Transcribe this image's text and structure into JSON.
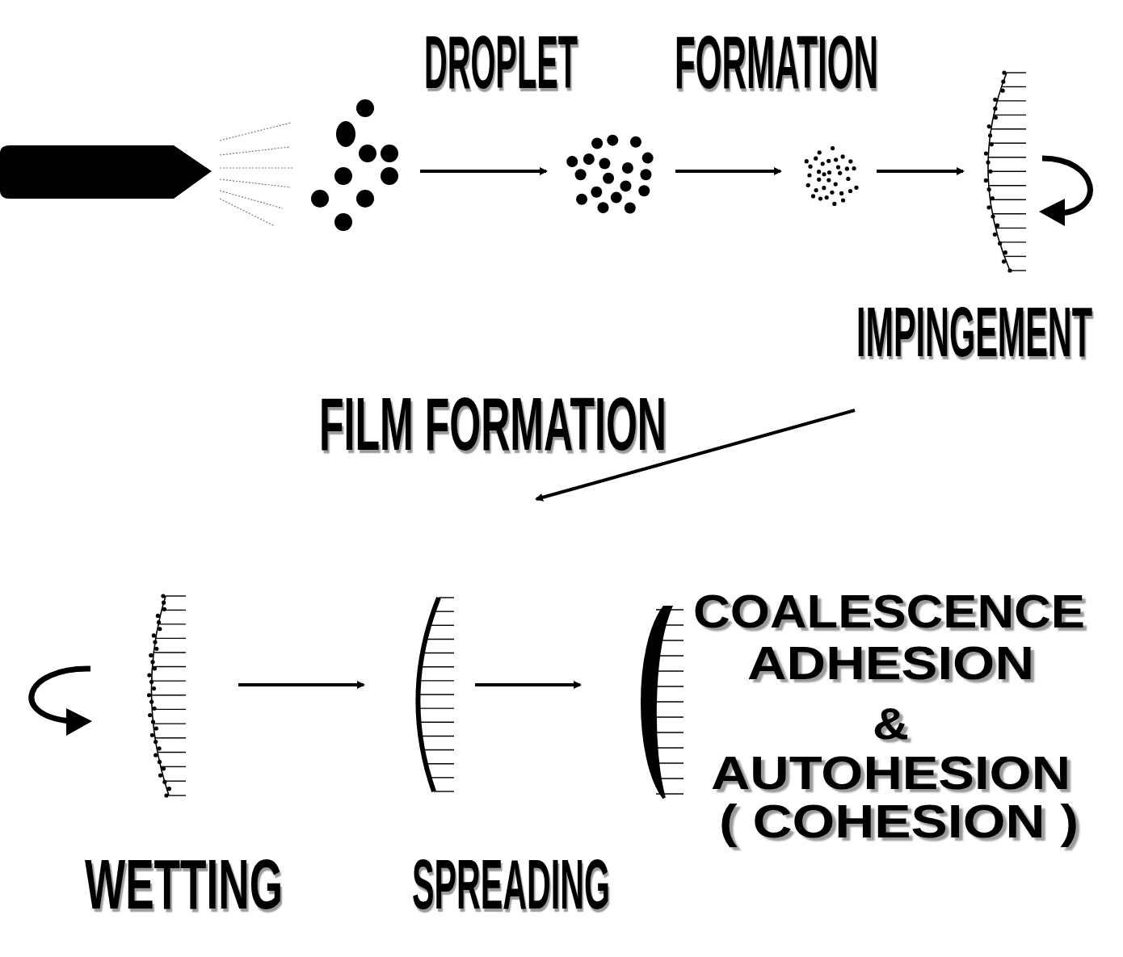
{
  "diagram": {
    "labels": [
      "DROPLET",
      "FORMATION",
      "IMPINGEMENT",
      "FILM FORMATION",
      "WETTING",
      "SPREADING",
      "COALESCENCE",
      "ADHESION",
      "&",
      "AUTOHESION",
      "( COHESION )"
    ]
  }
}
